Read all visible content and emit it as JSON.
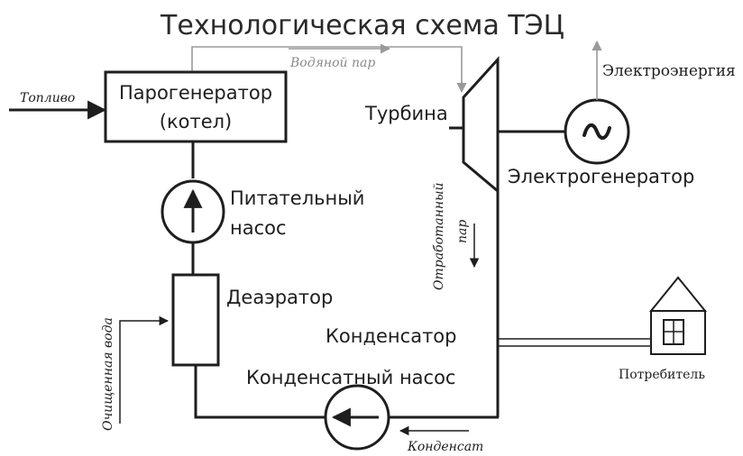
{
  "title": "Технологическая схема ТЭЦ",
  "nodes": {
    "boiler": [
      "Парогенератор",
      "(котел)"
    ],
    "turbine": "Турбина",
    "generator": "Электрогенератор",
    "feed_pump": [
      "Питательный",
      "насос"
    ],
    "deaerator": "Деаэратор",
    "condenser": "Конденсатор",
    "condensate_pump": "Конденсатный насос",
    "consumer": "Потребитель"
  },
  "flows": {
    "fuel": "Топливо",
    "steam": "Водяной пар",
    "electricity": "Электроэнергия",
    "exhaust_steam": [
      "Отработанный",
      "пар"
    ],
    "purified_water": "Очищенная вода",
    "condensate": "Конденсат"
  },
  "colors": {
    "line": "#1e1e1e",
    "steam_line": "#9a9a9a",
    "background": "#ffffff"
  },
  "icons": {
    "generator_symbol": "sine-wave-icon",
    "pump_symbol": "arrow-icon"
  }
}
